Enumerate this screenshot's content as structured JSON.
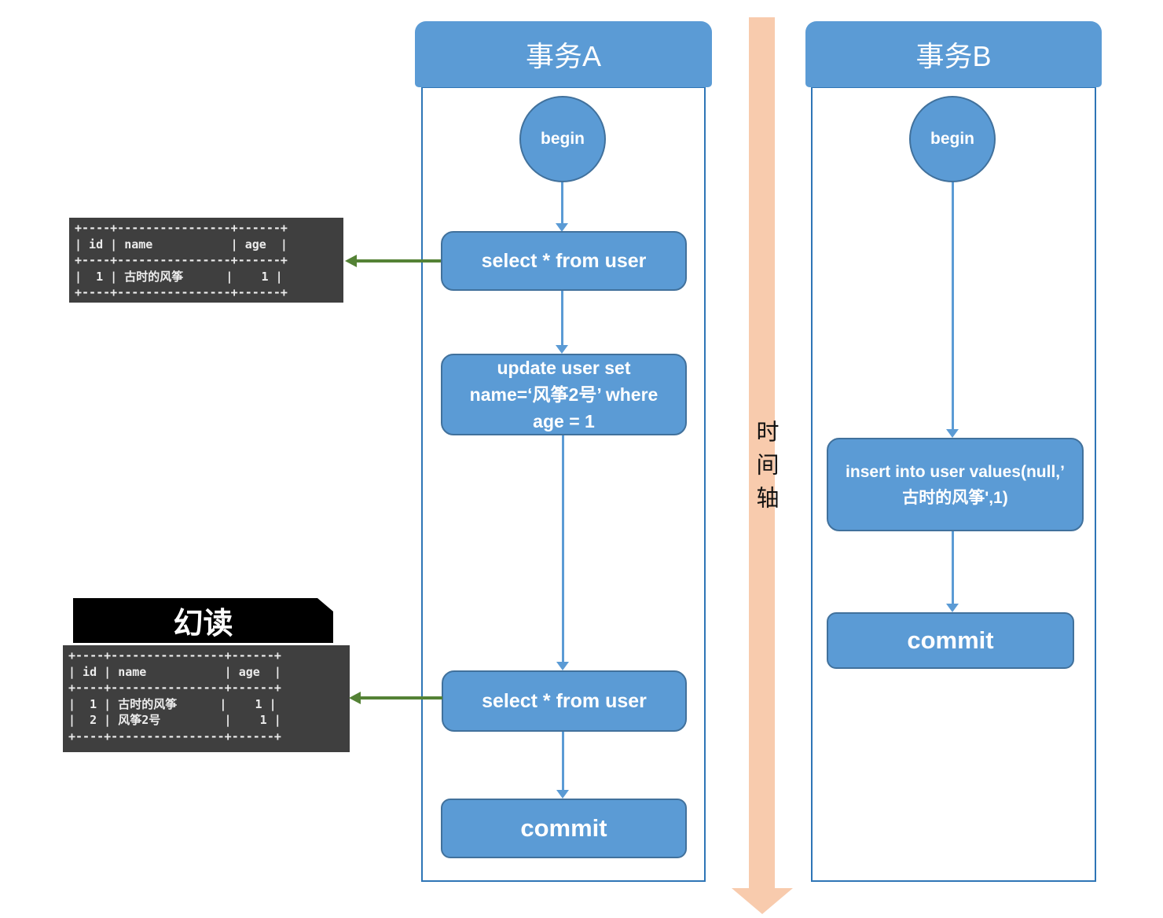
{
  "diagram_title": "phantom-read transaction timeline",
  "transaction_a": {
    "title": "事务A",
    "begin_label": "begin",
    "select1_label": "select * from user",
    "update_lines": [
      "update user set",
      "name=‘风筝2号’ where",
      "age = 1"
    ],
    "select2_label": "select * from user",
    "commit_label": "commit"
  },
  "transaction_b": {
    "title": "事务B",
    "begin_label": "begin",
    "insert_lines": [
      "insert into user values(null,’",
      "古时的风筝',1)"
    ],
    "commit_label": "commit"
  },
  "timeline": {
    "label": "时间轴"
  },
  "phantom_label": "幻读",
  "result_table_1": {
    "text": "+----+----------------+------+\n| id | name           | age  |\n+----+----------------+------+\n|  1 | 古时的风筝      |    1 |\n+----+----------------+------+"
  },
  "result_table_2": {
    "text": "+----+----------------+------+\n| id | name           | age  |\n+----+----------------+------+\n|  1 | 古时的风筝      |    1 |\n|  2 | 风筝2号         |    1 |\n+----+----------------+------+"
  },
  "colors": {
    "node_fill": "#5B9BD5",
    "node_border": "#41719C",
    "lane_border": "#2E75B6",
    "timeline_fill": "#F8CBAD",
    "result_arrow_green": "#548235",
    "table_background": "#3F3F3F",
    "phantom_label_background": "#000000"
  }
}
